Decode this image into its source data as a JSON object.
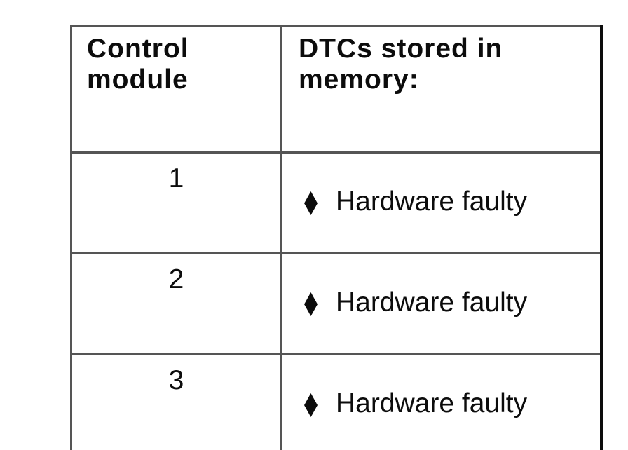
{
  "table": {
    "headers": [
      "Control module",
      "DTCs stored in memory:"
    ],
    "bullet_icon": "diamond-bullet",
    "bullet_glyph": "♦",
    "rows": [
      {
        "module": "1",
        "dtc": "Hardware faulty"
      },
      {
        "module": "2",
        "dtc": "Hardware faulty"
      },
      {
        "module": "3",
        "dtc": "Hardware faulty"
      }
    ]
  }
}
